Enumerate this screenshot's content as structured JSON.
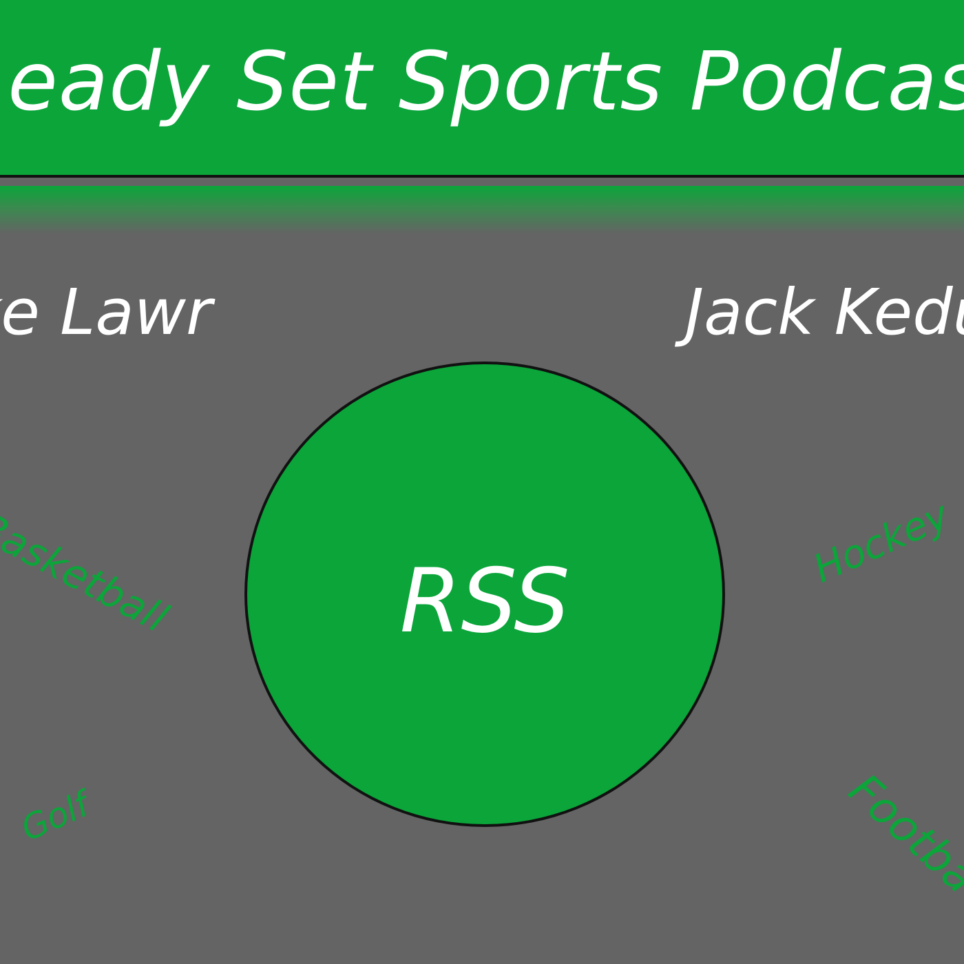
{
  "title": "Ready Set Sports Podcast",
  "hosts": {
    "left": "ke Lawr",
    "right": "Jack Kedu"
  },
  "logo": {
    "text": "RSS"
  },
  "sports": {
    "basketball": "Basketball",
    "hockey": "Hockey",
    "golf": "Golf",
    "football": "Footba"
  },
  "colors": {
    "banner": "#0ba53a",
    "background": "#646464",
    "text": "#ffffff",
    "outline": "#111111"
  }
}
